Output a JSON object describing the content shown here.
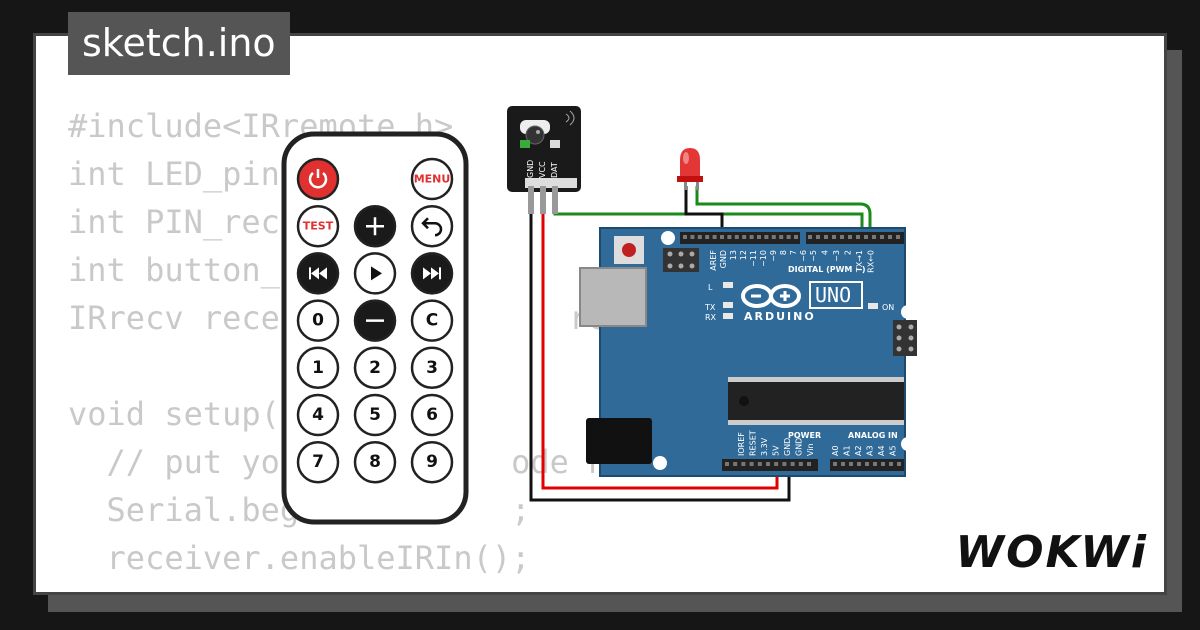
{
  "window": {
    "title": "sketch.ino"
  },
  "code_lines": [
    "#include<IRremote.h>",
    "int LED_pin",
    "int PIN_rec",
    "int button_",
    "IRrecv rece               receive",
    "",
    "void setup(",
    "  // put yo            ode he",
    "  Serial.beg           ;",
    "  receiver.enableIRIn();"
  ],
  "remote": {
    "buttons": [
      {
        "id": "power",
        "label": "",
        "icon": "power-icon",
        "col": 0,
        "row": 0,
        "style": "red"
      },
      {
        "id": "menu",
        "label": "MENU",
        "icon": "",
        "col": 2,
        "row": 0,
        "style": "white-red"
      },
      {
        "id": "test",
        "label": "TEST",
        "icon": "",
        "col": 0,
        "row": 1,
        "style": "white-red"
      },
      {
        "id": "plus",
        "label": "",
        "icon": "plus-icon",
        "col": 1,
        "row": 1,
        "style": "black"
      },
      {
        "id": "back",
        "label": "",
        "icon": "back-icon",
        "col": 2,
        "row": 1,
        "style": "white"
      },
      {
        "id": "prev",
        "label": "",
        "icon": "prev-icon",
        "col": 0,
        "row": 2,
        "style": "black"
      },
      {
        "id": "play",
        "label": "",
        "icon": "play-icon",
        "col": 1,
        "row": 2,
        "style": "white"
      },
      {
        "id": "next",
        "label": "",
        "icon": "next-icon",
        "col": 2,
        "row": 2,
        "style": "black"
      },
      {
        "id": "0",
        "label": "0",
        "icon": "",
        "col": 0,
        "row": 3,
        "style": "white"
      },
      {
        "id": "minus",
        "label": "",
        "icon": "minus-icon",
        "col": 1,
        "row": 3,
        "style": "black"
      },
      {
        "id": "c",
        "label": "C",
        "icon": "",
        "col": 2,
        "row": 3,
        "style": "white"
      },
      {
        "id": "1",
        "label": "1",
        "icon": "",
        "col": 0,
        "row": 4,
        "style": "white"
      },
      {
        "id": "2",
        "label": "2",
        "icon": "",
        "col": 1,
        "row": 4,
        "style": "white"
      },
      {
        "id": "3",
        "label": "3",
        "icon": "",
        "col": 2,
        "row": 4,
        "style": "white"
      },
      {
        "id": "4",
        "label": "4",
        "icon": "",
        "col": 0,
        "row": 5,
        "style": "white"
      },
      {
        "id": "5",
        "label": "5",
        "icon": "",
        "col": 1,
        "row": 5,
        "style": "white"
      },
      {
        "id": "6",
        "label": "6",
        "icon": "",
        "col": 2,
        "row": 5,
        "style": "white"
      },
      {
        "id": "7",
        "label": "7",
        "icon": "",
        "col": 0,
        "row": 6,
        "style": "white"
      },
      {
        "id": "8",
        "label": "8",
        "icon": "",
        "col": 1,
        "row": 6,
        "style": "white"
      },
      {
        "id": "9",
        "label": "9",
        "icon": "",
        "col": 2,
        "row": 6,
        "style": "white"
      }
    ]
  },
  "ir_receiver": {
    "pin_labels": [
      "GND",
      "VCC",
      "DAT"
    ]
  },
  "arduino": {
    "model": "UNO",
    "brand": "ARDUINO",
    "digital_header_label": "DIGITAL (PWM ~)",
    "digital_pins": [
      "AREF",
      "GND",
      "13",
      "12",
      "~11",
      "~10",
      "~9",
      "8",
      "7",
      "~6",
      "~5",
      "4",
      "~3",
      "2",
      "TX→1",
      "RX←0"
    ],
    "power_label": "POWER",
    "power_pins": [
      "IOREF",
      "RESET",
      "3.3V",
      "5V",
      "GND",
      "GND",
      "Vin"
    ],
    "analog_label": "ANALOG IN",
    "analog_pins": [
      "A0",
      "A1",
      "A2",
      "A3",
      "A4",
      "A5"
    ],
    "indicators": {
      "l": "L",
      "tx": "TX",
      "rx": "RX",
      "on": "ON"
    }
  },
  "brand_logo": "WOKWi",
  "colors": {
    "board": "#2f6a99",
    "wire_green": "#1a8a1a",
    "wire_red": "#e00000",
    "wire_black": "#111111",
    "led_red": "#e02020"
  }
}
